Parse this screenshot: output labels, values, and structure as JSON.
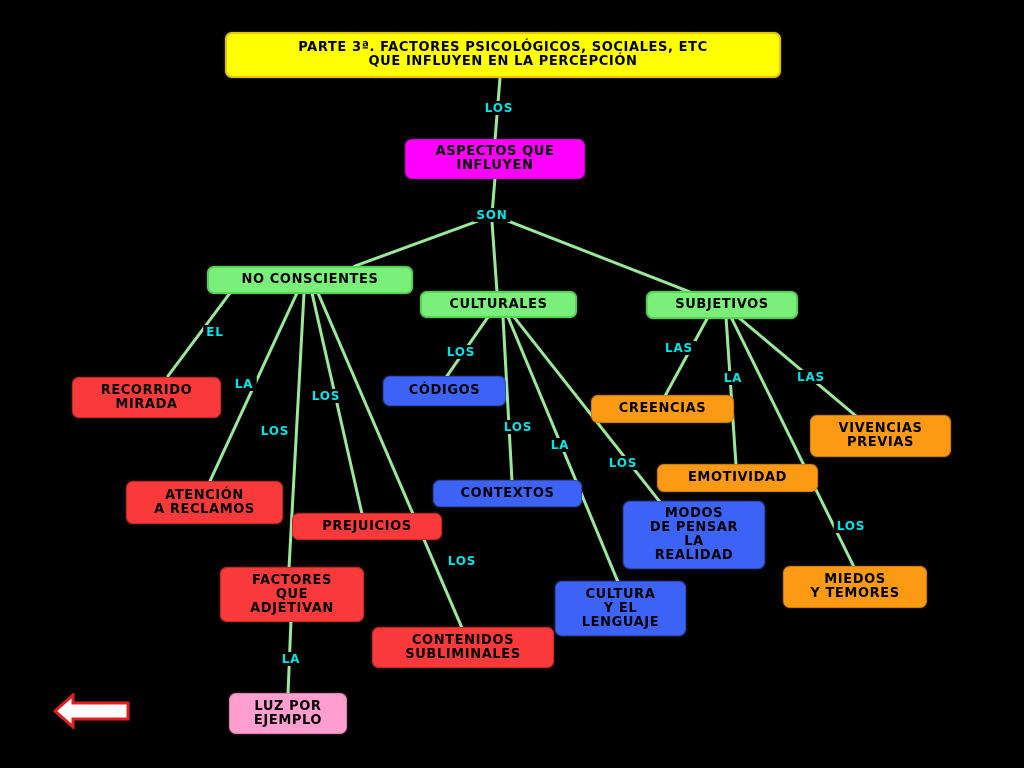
{
  "nodes": {
    "title": "PARTE 3ª. FACTORES PSICOLÓGICOS, SOCIALES, ETC\nQUE INFLUYEN EN LA PERCEPCIÓN",
    "aspectos": "ASPECTOS QUE\nINFLUYEN",
    "no_conscientes": "NO CONSCIENTES",
    "culturales": "CULTURALES",
    "subjetivos": "SUBJETIVOS",
    "recorrido": "RECORRIDO\nMIRADA",
    "atencion": "ATENCIÓN\nA RECLAMOS",
    "prejuicios": "PREJUICIOS",
    "factores": "FACTORES\nQUE\nADJETIVAN",
    "luz": "LUZ POR\nEJEMPLO",
    "contenidos": "CONTENIDOS\nSUBLIMINALES",
    "codigos": "CÓDIGOS",
    "contextos": "CONTEXTOS",
    "cultura": "CULTURA\nY EL\nLENGUAJE",
    "modos": "MODOS\nDE PENSAR\nLA\nREALIDAD",
    "creencias": "CREENCIAS",
    "emotividad": "EMOTIVIDAD",
    "vivencias": "VIVENCIAS\nPREVIAS",
    "miedos": "MIEDOS\nY TEMORES"
  },
  "labels": {
    "los_1": "LOS",
    "son": "SON",
    "el": "EL",
    "la_1": "LA",
    "los_2": "LOS",
    "los_3": "LOS",
    "los_4": "LOS",
    "la_2": "LA",
    "los_5": "LOS",
    "los_6": "LOS",
    "la_3": "LA",
    "los_7": "LOS",
    "las_1": "LAS",
    "la_4": "LA",
    "las_2": "LAS",
    "los_8": "LOS"
  },
  "colors": {
    "title": "#ffff00",
    "aspects": "#ff00ff",
    "categories": "#7af07a",
    "no_conscientes_items": "#fa3a3a",
    "culturales_items": "#3c63f5",
    "subjetivos_items": "#fd9a13",
    "luz_por_ejemplo": "#ff9ecf",
    "connector": "#9be89b",
    "connector_label": "#00e5e5"
  },
  "navigation": {
    "back_icon": "back-arrow-icon"
  }
}
